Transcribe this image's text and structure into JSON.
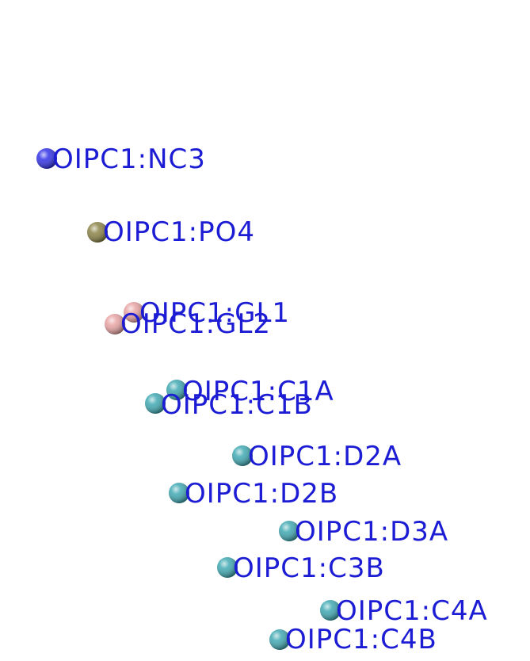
{
  "atoms": [
    {
      "label": "OIPC1:NC3",
      "element": "NC3",
      "color": "#3030e8"
    },
    {
      "label": "OIPC1:PO4",
      "element": "PO4",
      "color": "#8a8246"
    },
    {
      "label": "OIPC1:GL1",
      "element": "GL1",
      "color": "#e8a2a2"
    },
    {
      "label": "OIPC1:GL2",
      "element": "GL2",
      "color": "#e8a2a2"
    },
    {
      "label": "OIPC1:C1A",
      "element": "C1A",
      "color": "#3ea8b2"
    },
    {
      "label": "OIPC1:C1B",
      "element": "C1B",
      "color": "#3ea8b2"
    },
    {
      "label": "OIPC1:D2A",
      "element": "D2A",
      "color": "#3ea8b2"
    },
    {
      "label": "OIPC1:D2B",
      "element": "D2B",
      "color": "#3ea8b2"
    },
    {
      "label": "OIPC1:D3A",
      "element": "D3A",
      "color": "#3ea8b2"
    },
    {
      "label": "OIPC1:C3B",
      "element": "C3B",
      "color": "#3ea8b2"
    },
    {
      "label": "OIPC1:C4A",
      "element": "C4A",
      "color": "#3ea8b2"
    },
    {
      "label": "OIPC1:C4B",
      "element": "C4B",
      "color": "#3ea8b2"
    }
  ],
  "label_color": "#1c1cd4",
  "background_color": "#ffffff"
}
